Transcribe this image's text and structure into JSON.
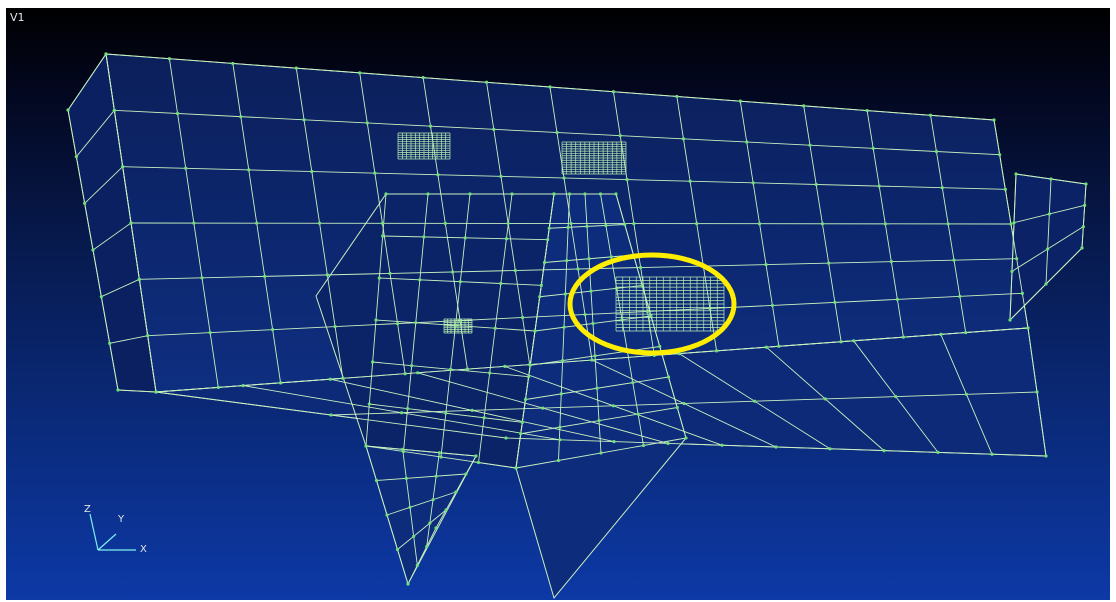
{
  "viewport": {
    "label": "V1",
    "background_top": "#000000",
    "background_bottom": "#0d39a6"
  },
  "mesh": {
    "face_color": "#0c2466",
    "line_color": "#c8f0c0",
    "node_color": "#6fe07a"
  },
  "highlight": {
    "shape": "ellipse",
    "color": "#ffee00"
  },
  "axis_triad": {
    "z": "Z",
    "y": "Y",
    "x": "X"
  }
}
